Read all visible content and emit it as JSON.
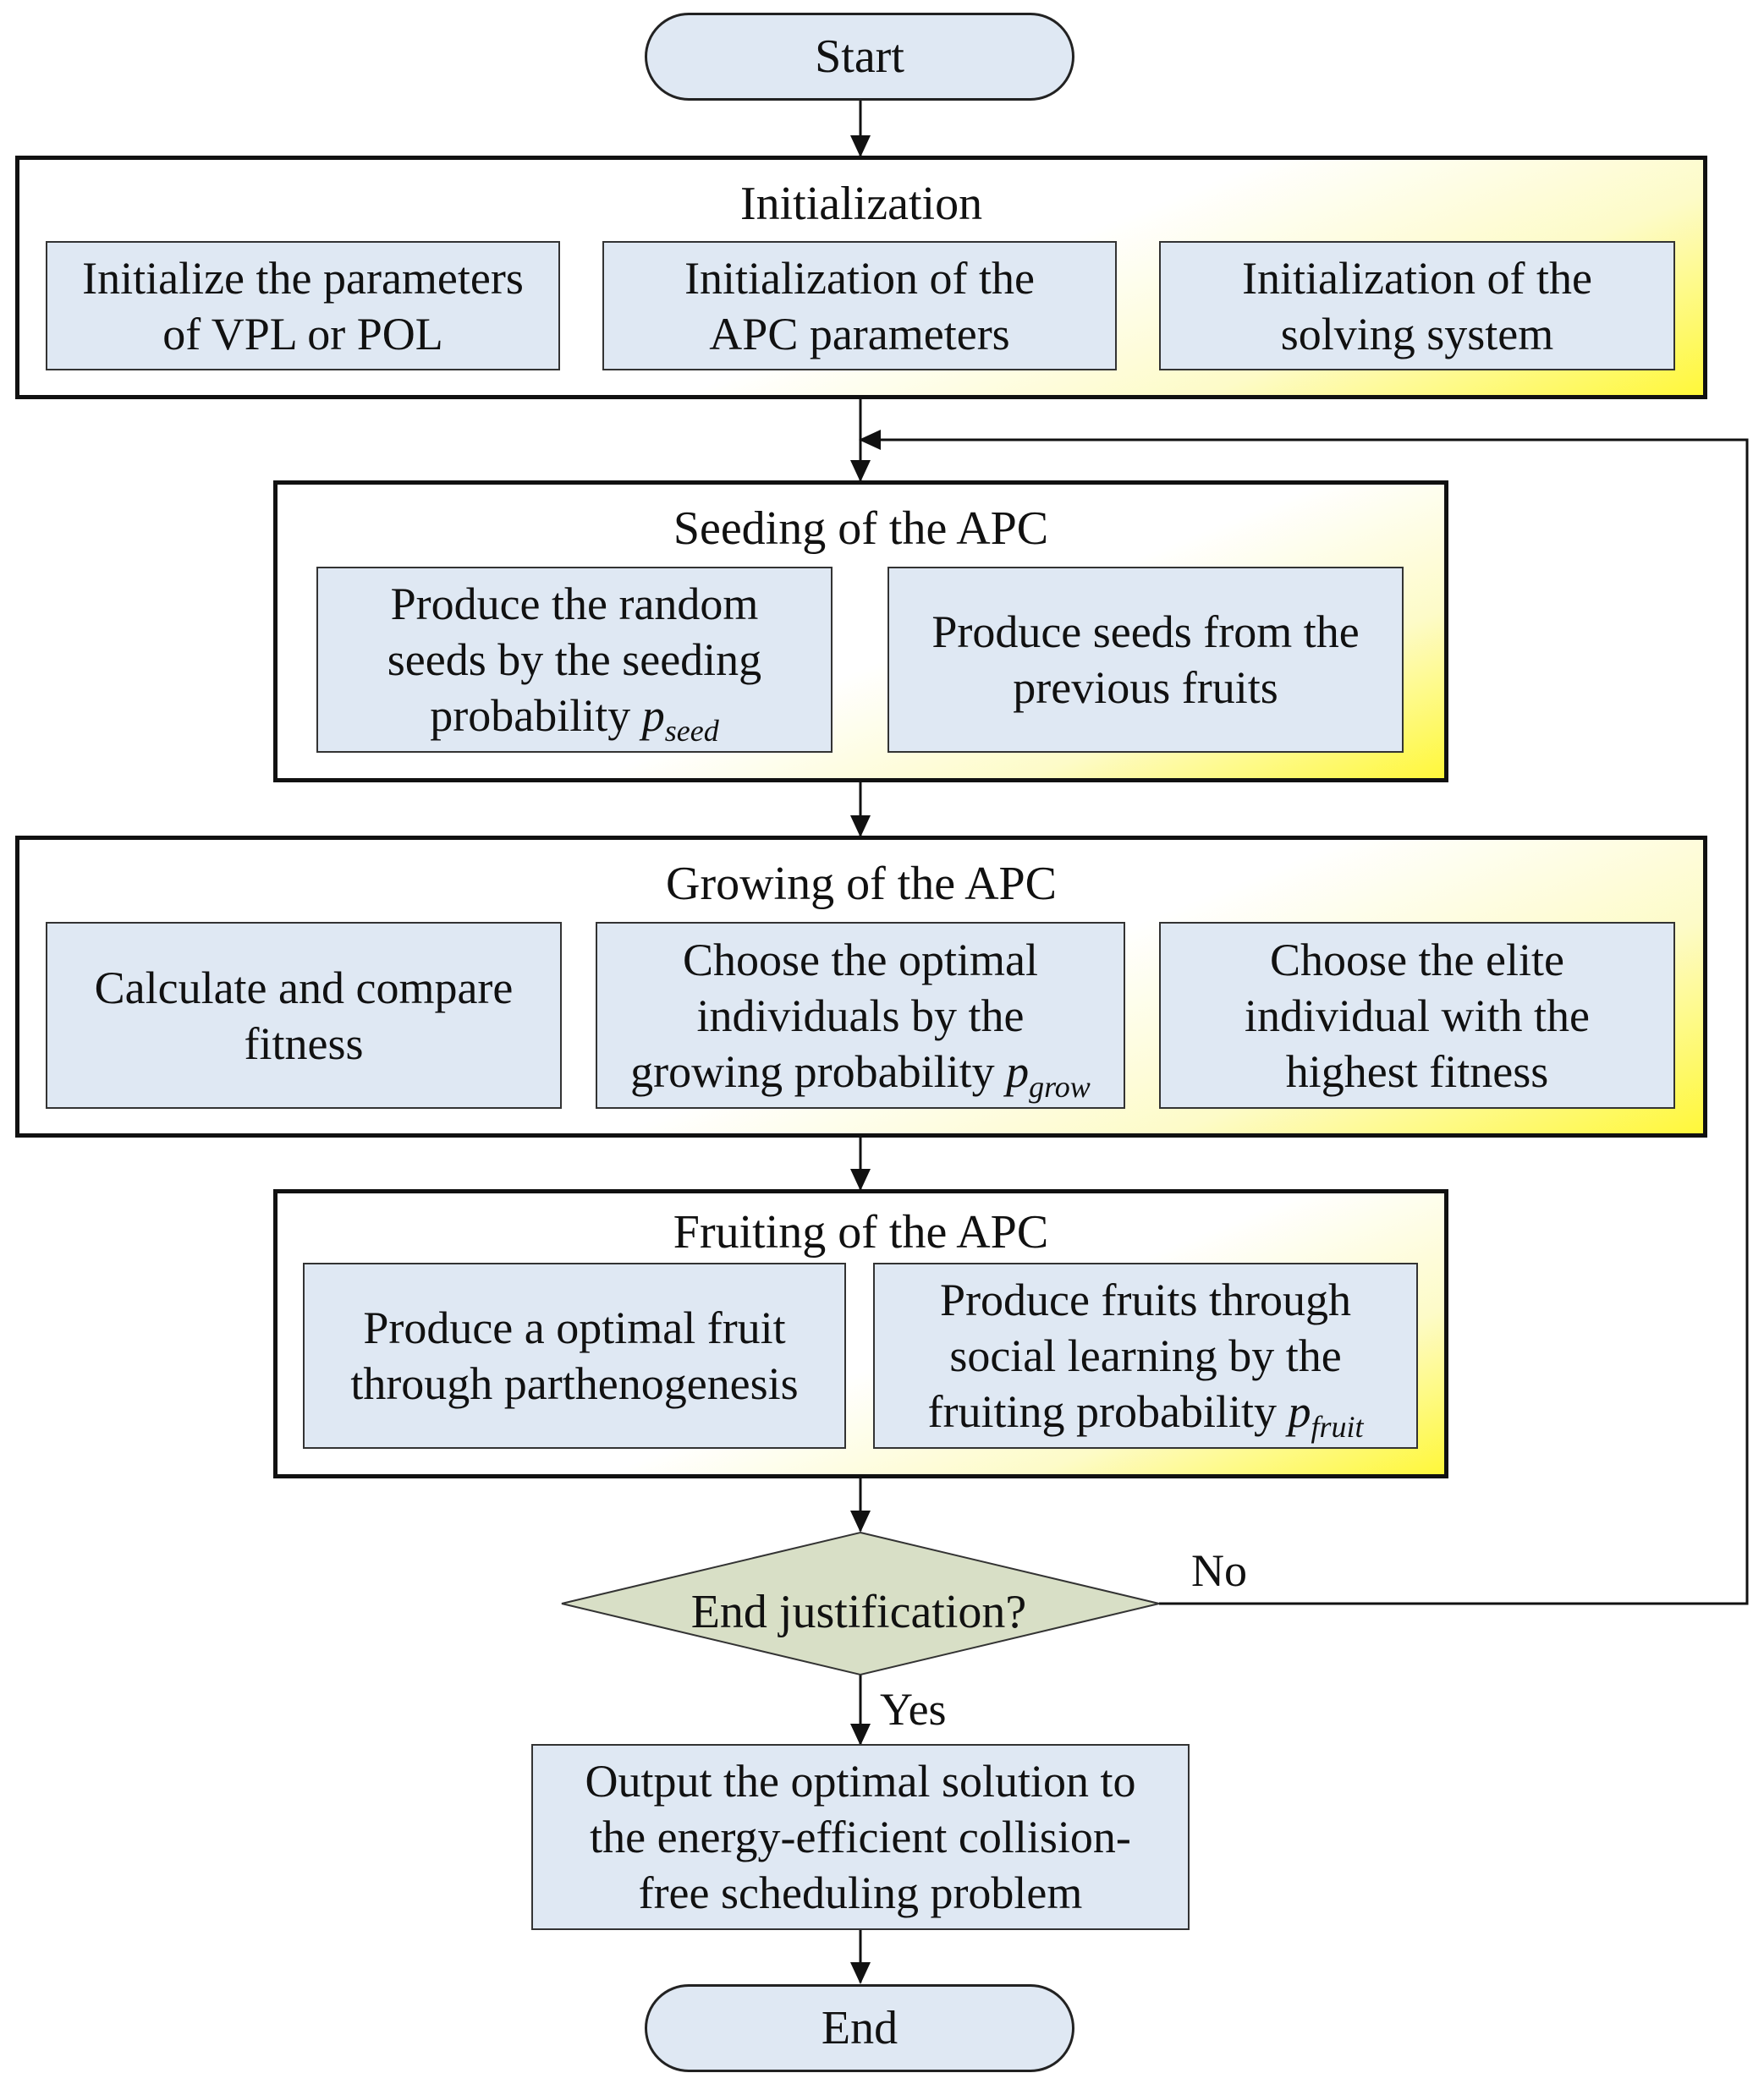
{
  "start": "Start",
  "end": "End",
  "init": {
    "title": "Initialization",
    "box1": [
      "Initialize the parameters",
      "of VPL or POL"
    ],
    "box2": [
      "Initialization of the",
      "APC parameters"
    ],
    "box3": [
      "Initialization of the",
      "solving system"
    ]
  },
  "seeding": {
    "title": "Seeding of the APC",
    "box1": [
      "Produce the random",
      "seeds by the seeding",
      "probability"
    ],
    "box1_symbol": "p",
    "box1_symbol_sub": "seed",
    "box2": [
      "Produce seeds from the",
      "previous fruits"
    ]
  },
  "growing": {
    "title": "Growing of the APC",
    "box1": [
      "Calculate and compare",
      "fitness"
    ],
    "box2": [
      "Choose the optimal",
      "individuals by the",
      "growing probability"
    ],
    "box2_symbol": "p",
    "box2_symbol_sub": "grow",
    "box3": [
      "Choose the elite",
      "individual with the",
      "highest fitness"
    ]
  },
  "fruiting": {
    "title": "Fruiting of the APC",
    "box1": [
      "Produce a optimal fruit",
      "through parthenogenesis"
    ],
    "box2": [
      "Produce fruits through",
      "social learning by the",
      "fruiting probability"
    ],
    "box2_symbol": "p",
    "box2_symbol_sub": "fruit"
  },
  "decision": "End justification?",
  "no_label": "No",
  "yes_label": "Yes",
  "output": [
    "Output the optimal solution to",
    "the energy-efficient collision-",
    "free scheduling problem"
  ],
  "colors": {
    "box_fill": "#dfe8f3",
    "diamond_fill": "#d8dfc6",
    "group_gradient_end": "#fff83a"
  }
}
